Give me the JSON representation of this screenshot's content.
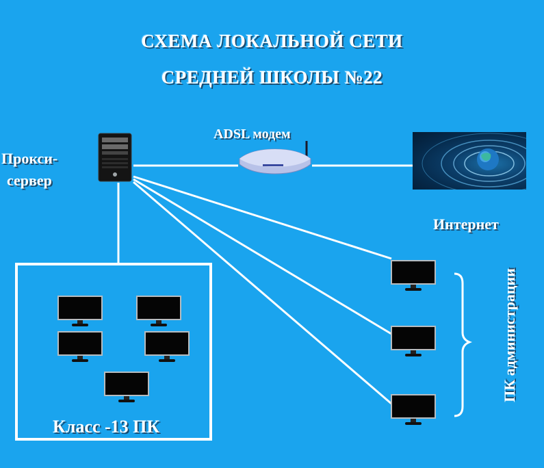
{
  "title": {
    "line1": "СХЕМА ЛОКАЛЬНОЙ СЕТИ",
    "line2": "СРЕДНЕЙ ШКОЛЫ №22"
  },
  "nodes": {
    "proxy_label_line1": "Прокси-",
    "proxy_label_line2": "сервер",
    "modem_label": "ADSL модем",
    "internet_label": "Интернет",
    "class_label": "Класс -13 ПК",
    "admin_label": "ПК администрации"
  },
  "colors": {
    "background": "#1aa4ee",
    "lines": "#ffffff",
    "screen": "#050505"
  },
  "icons": {
    "server": "tower-server-icon",
    "modem": "adsl-modem-icon",
    "internet": "globe-icon",
    "pc": "monitor-icon"
  }
}
